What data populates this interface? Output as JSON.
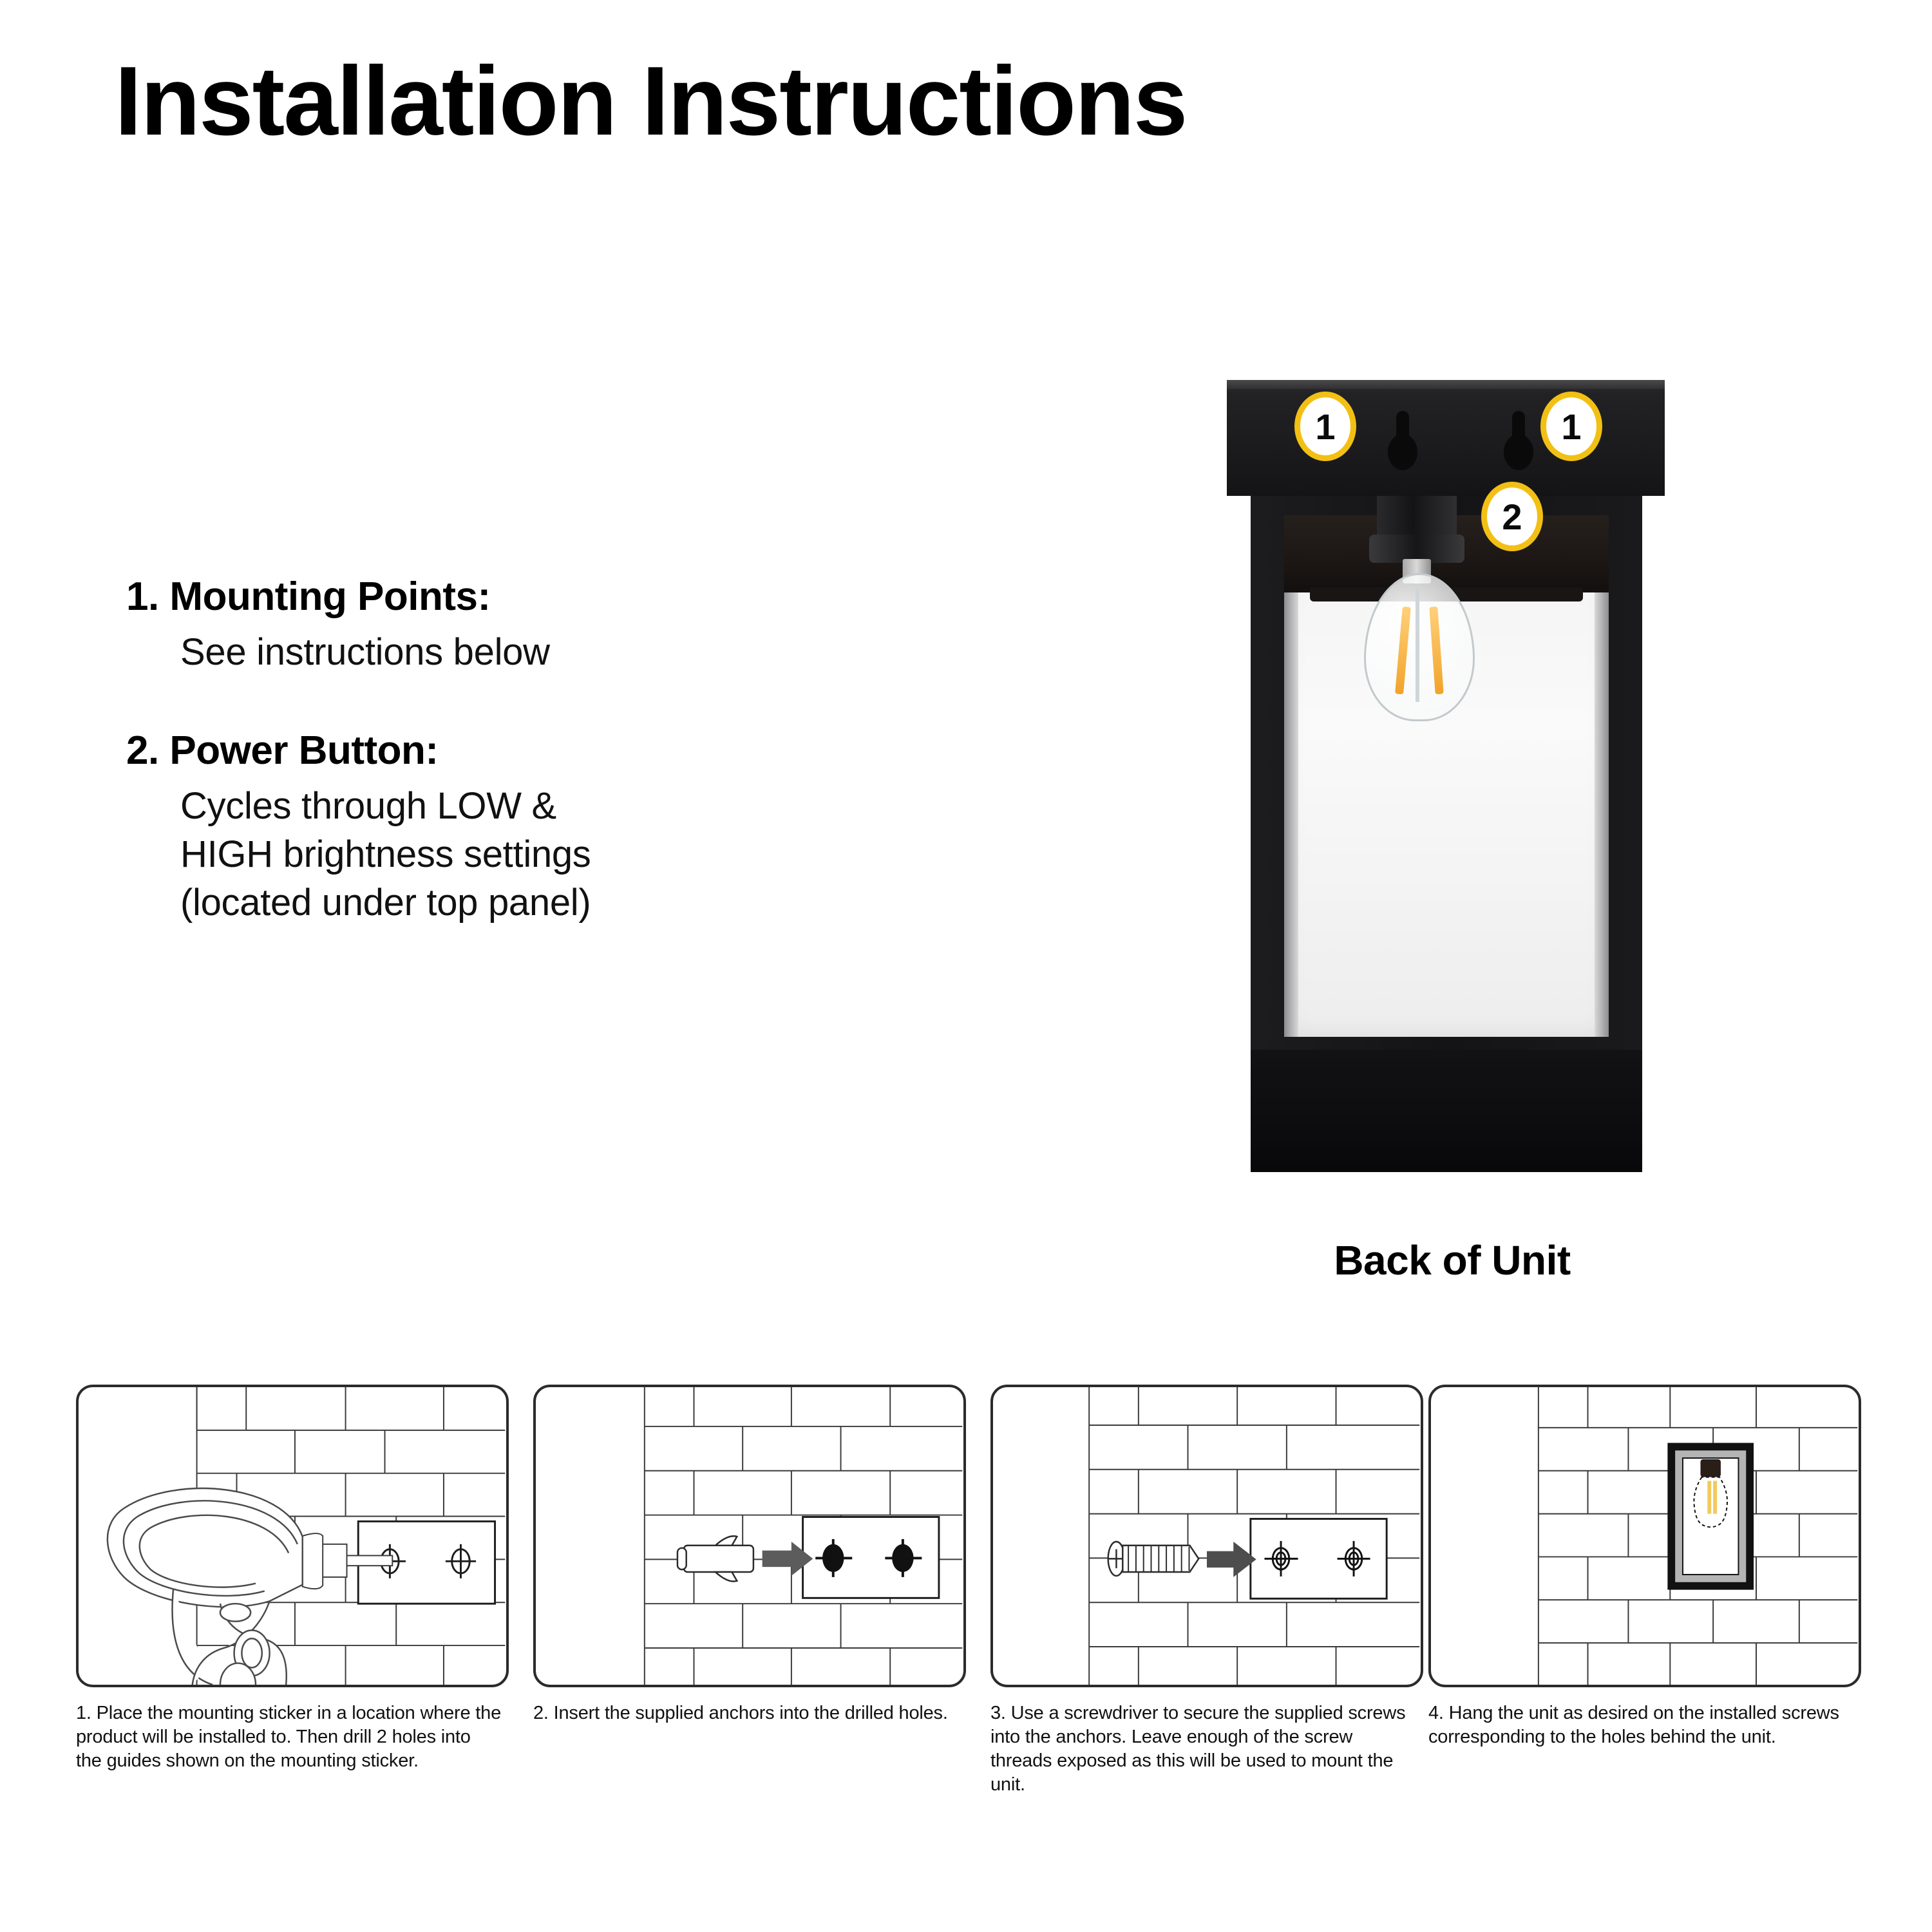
{
  "title": "Installation Instructions",
  "instructions": [
    {
      "heading": "1. Mounting Points:",
      "lines": [
        "See instructions below"
      ]
    },
    {
      "heading": "2. Power Button:",
      "lines": [
        "Cycles through LOW &",
        "HIGH brightness settings",
        "(located under top panel)"
      ]
    }
  ],
  "product": {
    "caption": "Back of Unit",
    "badges": [
      {
        "label": "1",
        "target": "mounting-keyhole-left"
      },
      {
        "label": "1",
        "target": "mounting-keyhole-right"
      },
      {
        "label": "2",
        "target": "power-button"
      }
    ],
    "badge_border_color": "#F2C014",
    "badge_fill_color": "#FFFFFF",
    "body_color": "#141416",
    "filament_color": "#F1A32B"
  },
  "steps": [
    {
      "number": "1",
      "illustration": "drill-drilling-holes-into-mounting-sticker-on-brick-wall",
      "caption": "1. Place the mounting sticker in a location where the product will be installed to. Then drill 2 holes into the guides shown on the mounting sticker."
    },
    {
      "number": "2",
      "illustration": "wall-anchor-inserted-into-drilled-holes",
      "caption": "2. Insert the supplied anchors into the drilled holes."
    },
    {
      "number": "3",
      "illustration": "screw-driven-into-anchors",
      "caption": "3. Use a screwdriver to secure the supplied screws into the anchors. Leave enough of the screw threads exposed as this will be used to mount the unit."
    },
    {
      "number": "4",
      "illustration": "lantern-hung-on-installed-screws",
      "caption": "4. Hang the unit  as desired on the installed screws  corresponding to the holes behind the unit."
    }
  ]
}
